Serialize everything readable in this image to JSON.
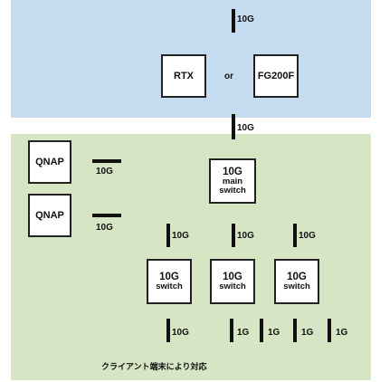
{
  "diagram": {
    "speed_10g": "10G",
    "speed_1g": "1G",
    "router_a": "RTX",
    "router_b": "FG200F",
    "or_text": "or",
    "nas_label": "QNAP",
    "main_switch": {
      "line1": "10G",
      "line2": "main",
      "line3": "switch"
    },
    "sub_switch": {
      "line1": "10G",
      "line2": "switch"
    },
    "caption": "クライアント端末により対応"
  },
  "colors": {
    "top_zone": "#c5dcf0",
    "bottom_zone": "#d6e5c4"
  }
}
